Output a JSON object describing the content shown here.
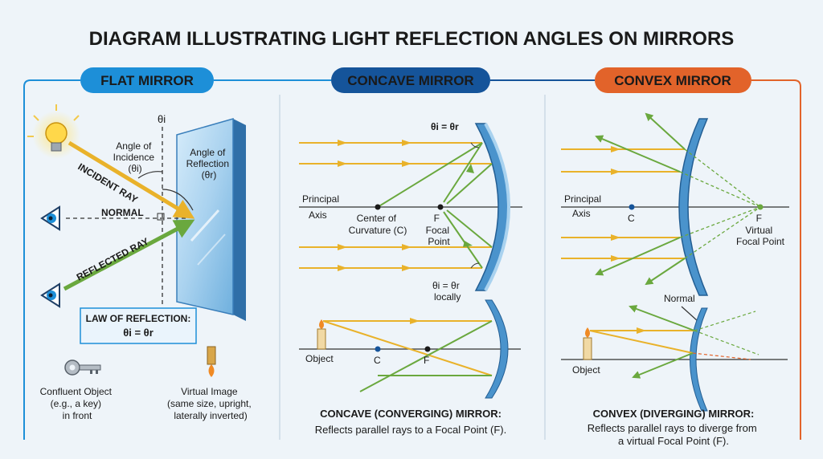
{
  "title": "DIAGRAM ILLUSTRATING LIGHT REFLECTION ANGLES ON MIRRORS",
  "colors": {
    "flat": "#1d8fd8",
    "concave": "#15549a",
    "convex": "#e2632a",
    "incident": "#e9b22a",
    "reflected": "#6aa83e",
    "mirror": "#4a93cc"
  },
  "flat": {
    "badge": "FLAT MIRROR",
    "theta_i": "θi",
    "angle_incidence": [
      "Angle of",
      "Incidence",
      "(θi)"
    ],
    "angle_reflection": [
      "Angle of",
      "Reflection",
      "(θr)"
    ],
    "incident_ray": "INCIDENT RAY",
    "normal": "NORMAL",
    "reflected_ray": "REFLECTED RAY",
    "law_title": "LAW OF REFLECTION:",
    "law_formula": "θi = θr",
    "object_caption": [
      "Confluent Object",
      "(e.g., a key)",
      "in front"
    ],
    "image_caption": [
      "Virtual Image",
      "(same size, upright,",
      "laterally inverted)"
    ]
  },
  "concave": {
    "badge": "CONCAVE MIRROR",
    "theta_top": "θi = θr",
    "principal_axis": [
      "Principal",
      "Axis"
    ],
    "center_label": [
      "Center of",
      "Curvature (C)"
    ],
    "focal_label": [
      "F",
      "Focal",
      "Point"
    ],
    "theta_bottom": [
      "θi = θr",
      "locally"
    ],
    "object": "Object",
    "c": "C",
    "f": "F",
    "caption_title": "CONCAVE (CONVERGING) MIRROR:",
    "caption_text": "Reflects parallel rays to a Focal Point (F)."
  },
  "convex": {
    "badge": "CONVEX MIRROR",
    "principal_axis": [
      "Principal",
      "Axis"
    ],
    "c": "C",
    "focal_label": [
      "F",
      "Virtual",
      "Focal Point"
    ],
    "normal": "Normal",
    "object": "Object",
    "caption_title": "CONVEX (DIVERGING) MIRROR:",
    "caption_text": [
      "Reflects parallel rays to diverge from",
      "a virtual Focal Point (F)."
    ]
  }
}
